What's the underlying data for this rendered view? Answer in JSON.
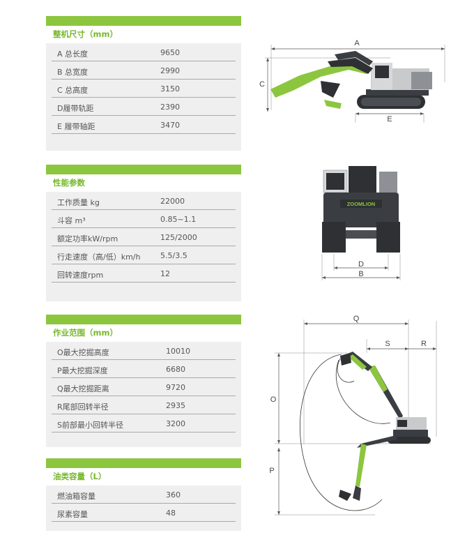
{
  "sections": [
    {
      "title": "整机尺寸（mm）",
      "rows": [
        {
          "label": "A 总长度",
          "value": "9650"
        },
        {
          "label": "B 总宽度",
          "value": "2990"
        },
        {
          "label": "C 总高度",
          "value": "3150"
        },
        {
          "label": "D履带轨距",
          "value": "2390"
        },
        {
          "label": "E 履带轴距",
          "value": "3470"
        }
      ]
    },
    {
      "title": "性能参数",
      "rows": [
        {
          "label": "工作质量 kg",
          "value": "22000"
        },
        {
          "label": "斗容 m³",
          "value": "0.85~1.1"
        },
        {
          "label": "额定功率kW/rpm",
          "value": "125/2000"
        },
        {
          "label": "行走速度（高/低）km/h",
          "value": "5.5/3.5"
        },
        {
          "label": "回转速度rpm",
          "value": "12"
        }
      ]
    },
    {
      "title": "作业范围（mm）",
      "rows": [
        {
          "label": "O最大挖掘高度",
          "value": "10010"
        },
        {
          "label": "P最大挖掘深度",
          "value": "6680"
        },
        {
          "label": "Q最大挖掘距离",
          "value": "9720"
        },
        {
          "label": "R尾部回转半径",
          "value": "2935"
        },
        {
          "label": "S前部最小回转半径",
          "value": "3200"
        }
      ]
    },
    {
      "title": "油类容量（L）",
      "rows": [
        {
          "label": "燃油箱容量",
          "value": "360"
        },
        {
          "label": "尿素容量",
          "value": "48"
        }
      ]
    }
  ],
  "diagrams": {
    "side": {
      "A": "A",
      "C": "C",
      "E": "E"
    },
    "front": {
      "brand": "ZOOMLION",
      "D": "D",
      "B": "B"
    },
    "range": {
      "Q": "Q",
      "S": "S",
      "R": "R",
      "O": "O",
      "P": "P"
    }
  },
  "colors": {
    "accent": "#8cc63f",
    "title": "#76b82a",
    "machine_dark": "#3a3d42",
    "machine_green": "#8cc63f"
  }
}
